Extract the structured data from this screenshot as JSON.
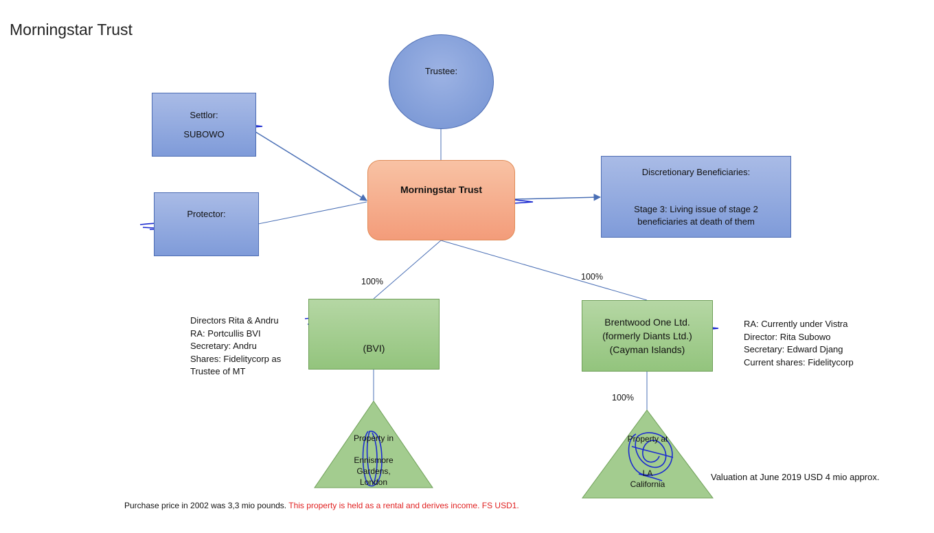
{
  "title": "Morningstar Trust",
  "trustee": {
    "label": "Trustee:"
  },
  "settlor": {
    "label": "Settlor:",
    "line2": "SUBOWO"
  },
  "protector": {
    "label": "Protector:"
  },
  "trust": {
    "name": "Morningstar Trust"
  },
  "beneficiaries": {
    "label": "Discretionary Beneficiaries:",
    "stage3": "Stage 3: Living issue of stage 2",
    "stage3b": "beneficiaries at death of them"
  },
  "bvi_company": {
    "line3": "(BVI)"
  },
  "cayman_company": {
    "line1": "Brentwood One Ltd.",
    "line2": "(formerly Diants Ltd.)",
    "line3": "(Cayman Islands)"
  },
  "bvi_notes": [
    "Directors Rita & Andru",
    "RA: Portcullis BVI",
    "Secretary: Andru",
    "Shares: Fidelitycorp as",
    "Trustee of MT"
  ],
  "cayman_notes": [
    "RA: Currently under Vistra",
    "Director: Rita Subowo",
    "Secretary: Edward Djang",
    "Current shares: Fidelitycorp"
  ],
  "ownership": {
    "bvi_pct": "100%",
    "cayman_pct": "100%",
    "property_pct": "100%"
  },
  "london_property": [
    "Property in",
    "Ennismore",
    "Gardens,",
    "London"
  ],
  "california_property": [
    "Property at",
    "LA",
    "California"
  ],
  "valuation_note": "Valuation at June 2019 USD 4 mio approx.",
  "footer": {
    "black": "Purchase price in 2002 was 3,3 mio pounds. ",
    "red": "This property is held as a rental and derives income.  FS USD1."
  },
  "colors": {
    "box_blue": "#8fa8de",
    "box_green": "#a3cc8f",
    "box_orange": "#f5ad8c",
    "scribble": "#1a2ad0",
    "footer_red": "#e02020",
    "connector": "#4a6fb5"
  }
}
